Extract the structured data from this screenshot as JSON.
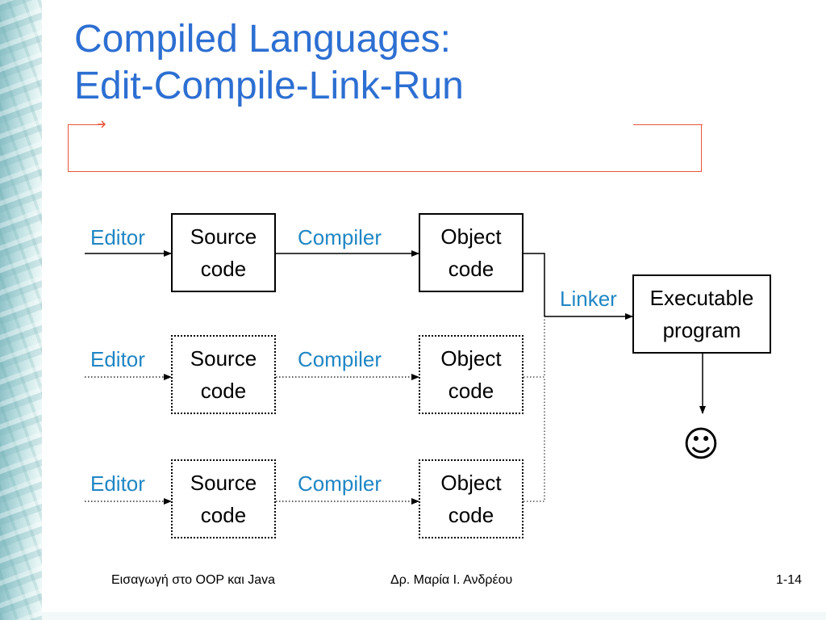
{
  "slide": {
    "title_line1": "Compiled Languages:",
    "title_line2": "Edit-Compile-Link-Run"
  },
  "diagram": {
    "rows": [
      {
        "editor": "Editor",
        "source": [
          "Source",
          "code"
        ],
        "compiler": "Compiler",
        "object": [
          "Object",
          "code"
        ],
        "style": "solid"
      },
      {
        "editor": "Editor",
        "source": [
          "Source",
          "code"
        ],
        "compiler": "Compiler",
        "object": [
          "Object",
          "code"
        ],
        "style": "dotted"
      },
      {
        "editor": "Editor",
        "source": [
          "Source",
          "code"
        ],
        "compiler": "Compiler",
        "object": [
          "Object",
          "code"
        ],
        "style": "dotted"
      }
    ],
    "linker": "Linker",
    "executable": [
      "Executable",
      "program"
    ],
    "result_symbol": "☺"
  },
  "footer": {
    "left": "Εισαγωγή στο OOP και Java",
    "center": "Δρ. Μαρία Ι. Ανδρέου",
    "right": "1-14"
  },
  "colors": {
    "title": "#2d6fd2",
    "label": "#1f86c4",
    "accent_line": "#e8553b"
  }
}
